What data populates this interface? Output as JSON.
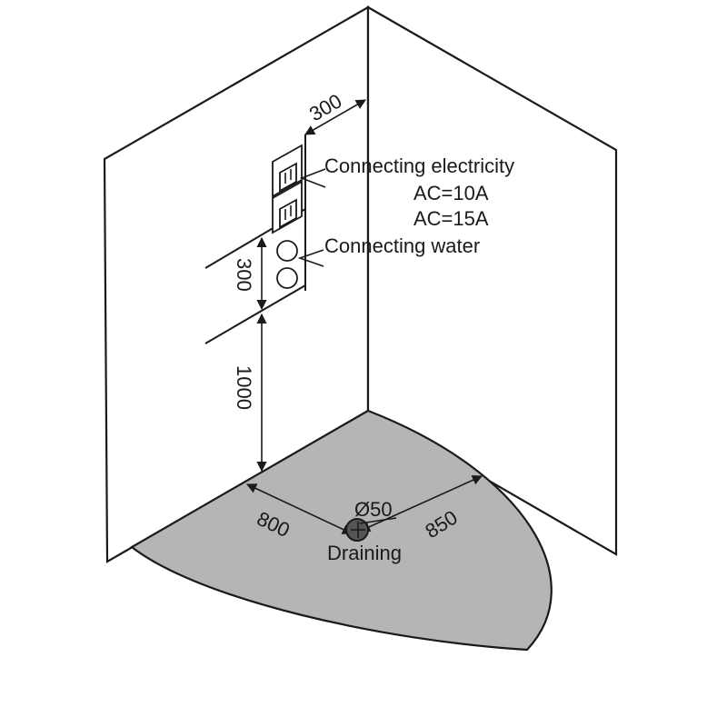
{
  "labels": {
    "electricity": "Connecting electricity",
    "ac_10": "AC=10A",
    "ac_15": "AC=15A",
    "water": "Connecting water",
    "draining": "Draining",
    "drain_diameter": "Ø50"
  },
  "dimensions": {
    "top_offset": "300",
    "vertical_gap": "300",
    "height_from_floor": "1000",
    "floor_left": "800",
    "floor_right": "850"
  },
  "colors": {
    "floor": "#b5b5b5",
    "line": "#1a1a1a",
    "drain": "#555555"
  }
}
